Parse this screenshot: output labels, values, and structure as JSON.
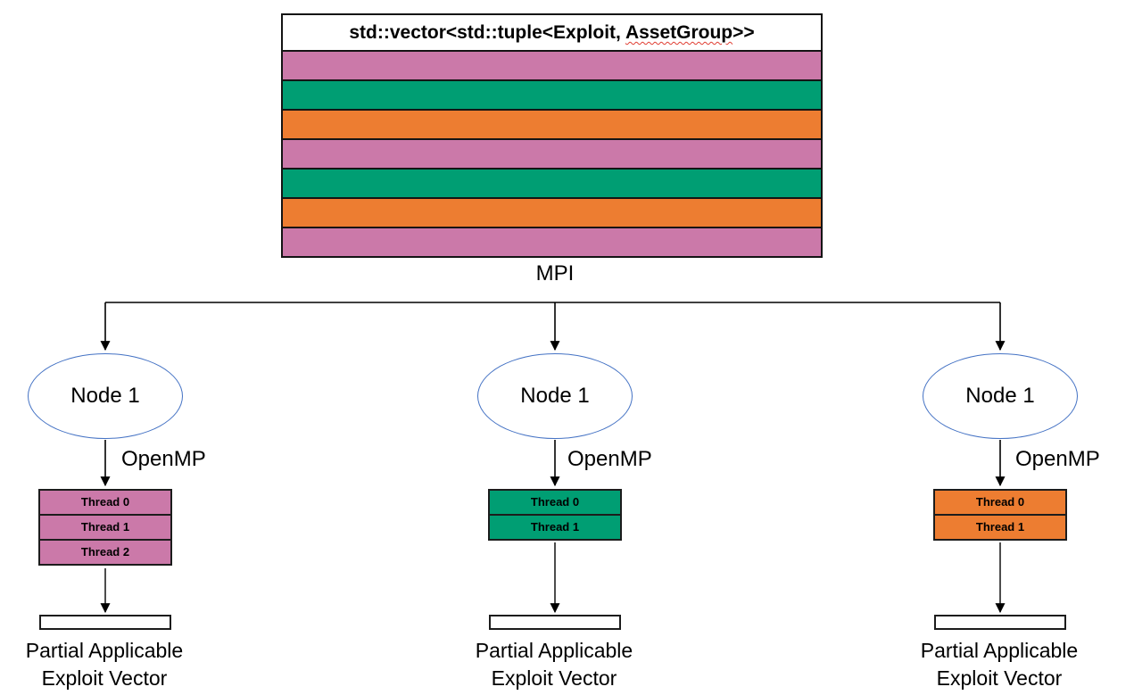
{
  "colors": {
    "pink": "#CB79A9",
    "green": "#009E73",
    "orange": "#ED7D31",
    "ellipse_border": "#4472C4",
    "line": "#000000",
    "spellcheck_red": "#E03C31"
  },
  "vector_box": {
    "title_prefix": "std::vector<std::tuple<Exploit, ",
    "title_spellchecked": "AssetGroup",
    "title_suffix": ">>",
    "row_colors": [
      "pink",
      "green",
      "orange",
      "pink",
      "green",
      "orange",
      "pink"
    ]
  },
  "mpi_label": "MPI",
  "columns": [
    {
      "node_label": "Node 1",
      "openmp_label": "OpenMP",
      "thread_color": "pink",
      "threads": [
        "Thread 0",
        "Thread 1",
        "Thread 2"
      ],
      "output_line1": "Partial Applicable",
      "output_line2": "Exploit Vector"
    },
    {
      "node_label": "Node 1",
      "openmp_label": "OpenMP",
      "thread_color": "green",
      "threads": [
        "Thread 0",
        "Thread 1"
      ],
      "output_line1": "Partial Applicable",
      "output_line2": "Exploit Vector"
    },
    {
      "node_label": "Node 1",
      "openmp_label": "OpenMP",
      "thread_color": "orange",
      "threads": [
        "Thread 0",
        "Thread 1"
      ],
      "output_line1": "Partial Applicable",
      "output_line2": "Exploit Vector"
    }
  ]
}
